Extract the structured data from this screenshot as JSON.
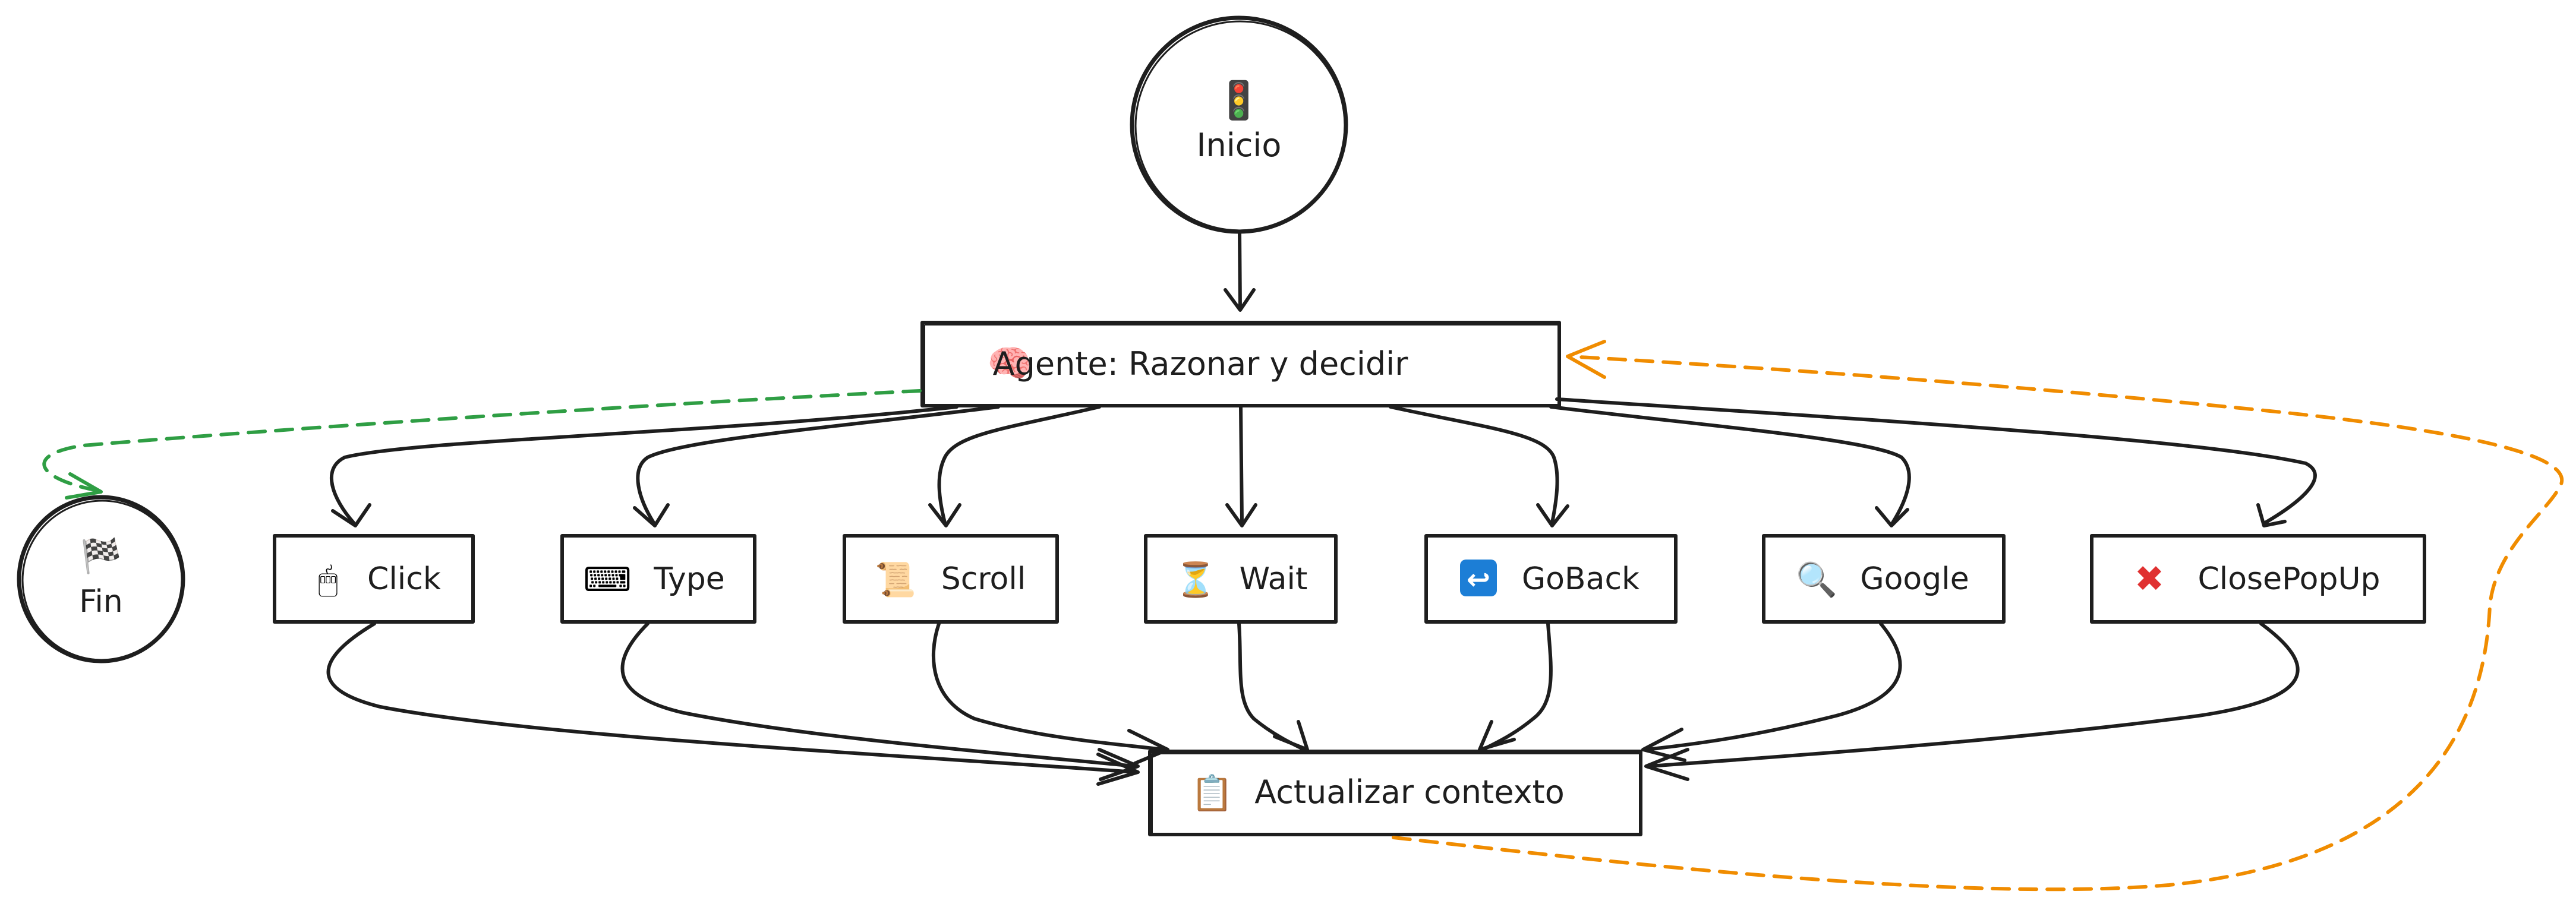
{
  "nodes": {
    "start": {
      "label": "Inicio",
      "icon": "traffic-light-icon",
      "glyph": "🚦"
    },
    "agent": {
      "label": "Agente: Razonar y decidir",
      "icon": "brain-icon",
      "glyph": "🧠"
    },
    "end": {
      "label": "Fin",
      "icon": "checkered-flag-icon",
      "glyph": "🏁"
    },
    "update": {
      "label": "Actualizar contexto",
      "icon": "clipboard-icon",
      "glyph": "📋"
    },
    "actions": [
      {
        "id": "click",
        "label": "Click",
        "icon": "mouse-icon",
        "glyph": "🖱"
      },
      {
        "id": "type",
        "label": "Type",
        "icon": "keyboard-icon",
        "glyph": "⌨"
      },
      {
        "id": "scroll",
        "label": "Scroll",
        "icon": "scroll-icon",
        "glyph": "📜"
      },
      {
        "id": "wait",
        "label": "Wait",
        "icon": "hourglass-icon",
        "glyph": "⏳"
      },
      {
        "id": "goback",
        "label": "GoBack",
        "icon": "return-arrow-icon",
        "glyph": "↩"
      },
      {
        "id": "google",
        "label": "Google",
        "icon": "magnifier-icon",
        "glyph": "🔍"
      },
      {
        "id": "closepopup",
        "label": "ClosePopUp",
        "icon": "cross-mark-icon",
        "glyph": "✖"
      }
    ]
  },
  "colors": {
    "ink": "#1e1e1e",
    "end_arrow": "#2f9e44",
    "loop_arrow": "#f08c00",
    "background": "#ffffff"
  }
}
